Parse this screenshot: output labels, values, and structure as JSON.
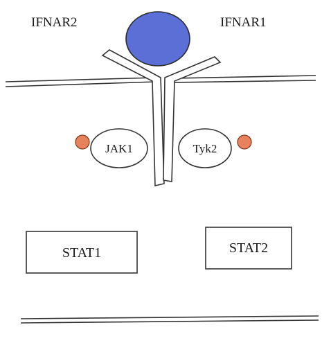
{
  "diagram": {
    "receptors": {
      "left_label": "IFNAR2",
      "right_label": "IFNAR1"
    },
    "kinases": {
      "left": "JAK1",
      "right": "Tyk2"
    },
    "stats": {
      "left": "STAT1",
      "right": "STAT2"
    },
    "colors": {
      "ligand": "#5b6fd6",
      "phosphate": "#e8825c",
      "stroke": "#333333"
    }
  }
}
